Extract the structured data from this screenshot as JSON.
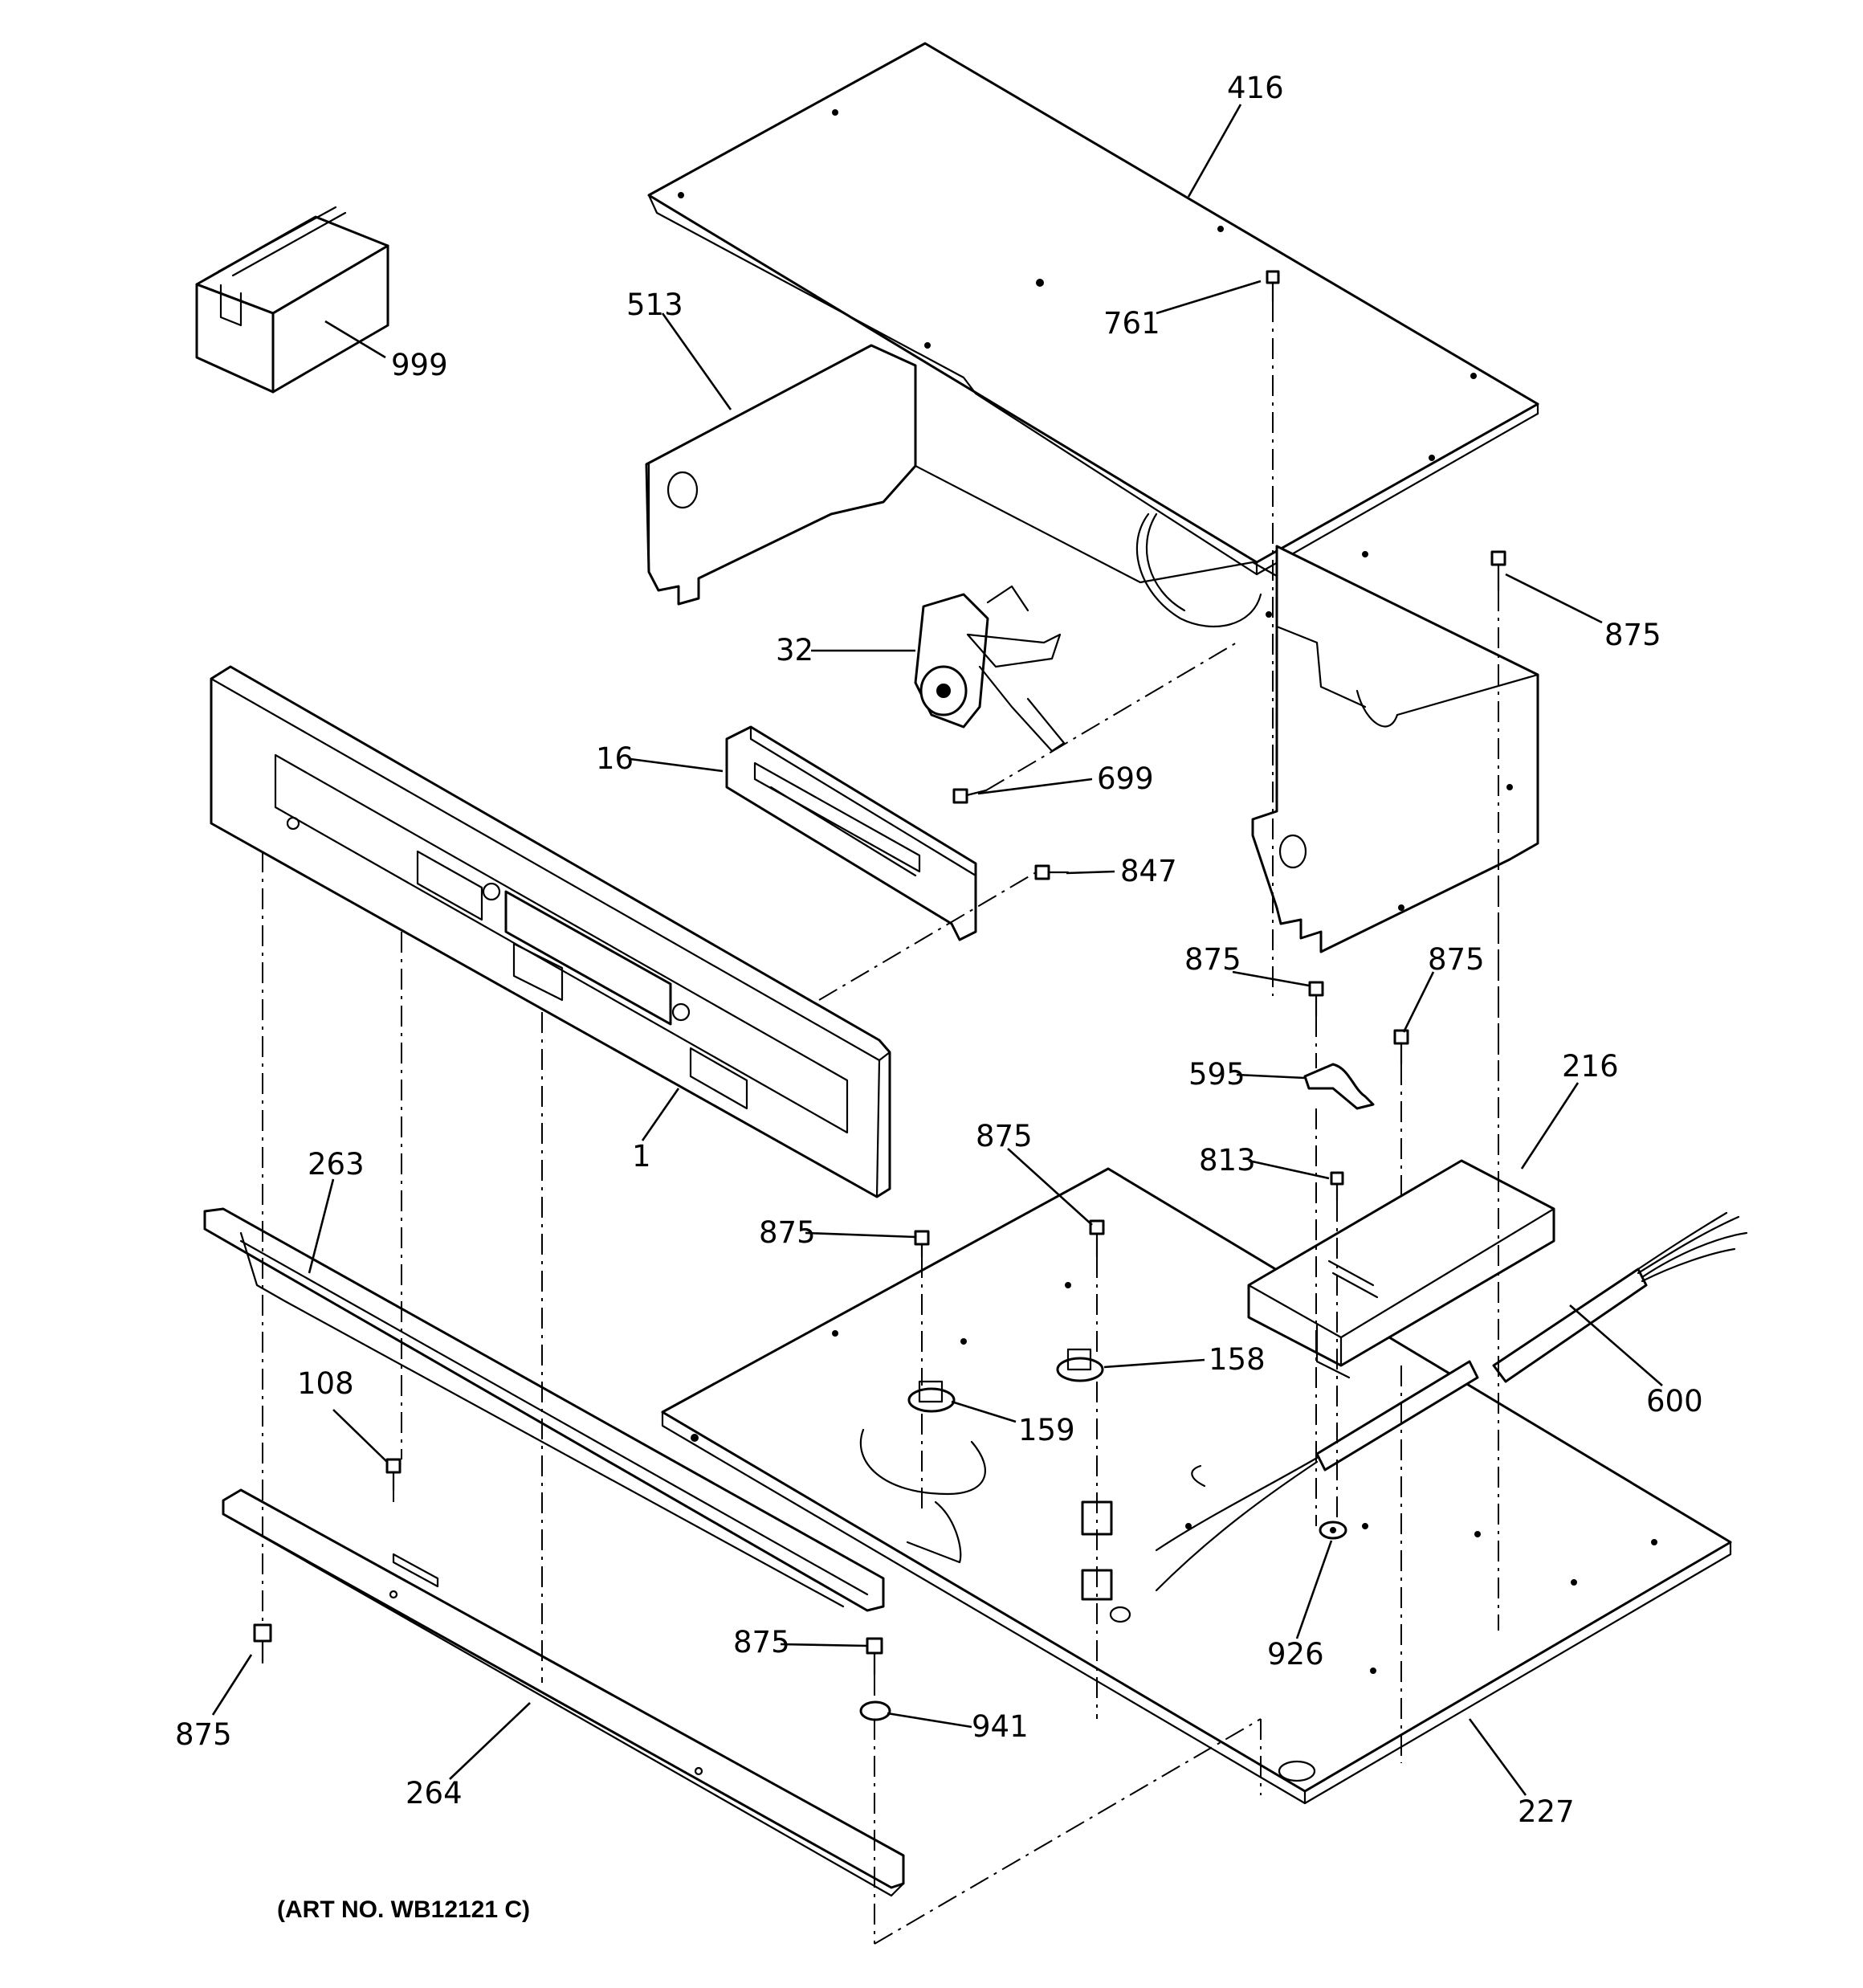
{
  "diagram": {
    "art_number": "(ART NO. WB12121 C)",
    "callouts": {
      "c416": "416",
      "c513": "513",
      "c999": "999",
      "c761": "761",
      "c875_top_right": "875",
      "c32": "32",
      "c16": "16",
      "c699": "699",
      "c847": "847",
      "c875_mid_a": "875",
      "c875_mid_b": "875",
      "c595": "595",
      "c216": "216",
      "c813": "813",
      "c875_center_a": "875",
      "c875_center_b": "875",
      "c158": "158",
      "c159": "159",
      "c600": "600",
      "c1": "1",
      "c263": "263",
      "c108": "108",
      "c875_bottom_left": "875",
      "c264": "264",
      "c875_bottom": "875",
      "c941": "941",
      "c926": "926",
      "c227": "227"
    }
  }
}
